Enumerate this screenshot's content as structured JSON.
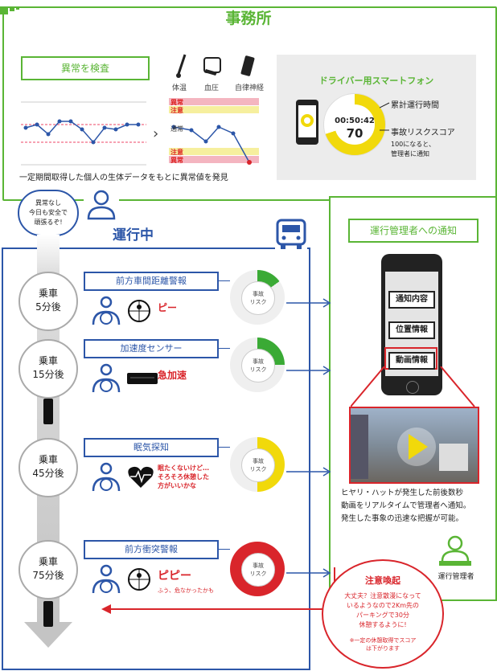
{
  "office": {
    "title": "事務所",
    "check_label": "異常を検査",
    "sensors": [
      "体温",
      "血圧",
      "自律神経"
    ],
    "strip_labels": [
      "異常",
      "注意",
      "通常",
      "注意",
      "異常"
    ],
    "caption": "一定期間取得した個人の生体データをもとに異常値を発見",
    "phone_panel": {
      "title": "ドライバー用スマートフォン",
      "time": "00:50:42",
      "score": "70",
      "label_time": "累計運行時間",
      "label_score": "事故リスクスコア",
      "note_line1": "100になると、",
      "note_line2": "管理者に通知",
      "score_value": 70
    }
  },
  "driver_bubble": [
    "異常なし",
    "今日も安全で",
    "頑張るぞ!"
  ],
  "driving": {
    "title": "運行中",
    "events": [
      {
        "ride_label": "乗車",
        "elapsed": "5分後",
        "event": "前方車間距離警報",
        "sound": "ピー",
        "risk_label": "事故\nリスク",
        "risk": 15,
        "color": "#3aaa35"
      },
      {
        "ride_label": "乗車",
        "elapsed": "15分後",
        "event": "加速度センサー",
        "sound": "急加速",
        "risk_label": "事故\nリスク",
        "risk": 25,
        "color": "#3aaa35"
      },
      {
        "ride_label": "乗車",
        "elapsed": "45分後",
        "event": "眠気探知",
        "sound": "眠たくないけど…\nそろそろ休憩した\n方がいいかな",
        "risk_label": "事故\nリスク",
        "risk": 50,
        "color": "#f1d90b"
      },
      {
        "ride_label": "乗車",
        "elapsed": "75分後",
        "event": "前方衝突警報",
        "sound": "ピピー",
        "sub": "ふう、危なかったかも",
        "risk_label": "事故\nリスク",
        "risk": 100,
        "color": "#d9252b"
      }
    ]
  },
  "manager": {
    "notice_title": "運行管理者への通知",
    "buttons": [
      "通知内容",
      "位置情報",
      "動画情報"
    ],
    "desc": [
      "ヒヤリ・ハットが発生した前後数秒",
      "動画をリアルタイムで管理者へ通知。",
      "発生した事象の迅速な把握が可能。"
    ],
    "role": "運行管理者"
  },
  "alert": {
    "title": "注意喚起",
    "lines": [
      "大丈夫？注意散漫になって",
      "いるようなので2Km先の",
      "パーキングで30分",
      "休憩するように!"
    ],
    "note": [
      "※一定の休憩取得でスコア",
      "は下がります"
    ]
  },
  "colors": {
    "green": "#5ab535",
    "blue": "#2c56a8",
    "red": "#d9252b",
    "yellow": "#f1d90b"
  }
}
